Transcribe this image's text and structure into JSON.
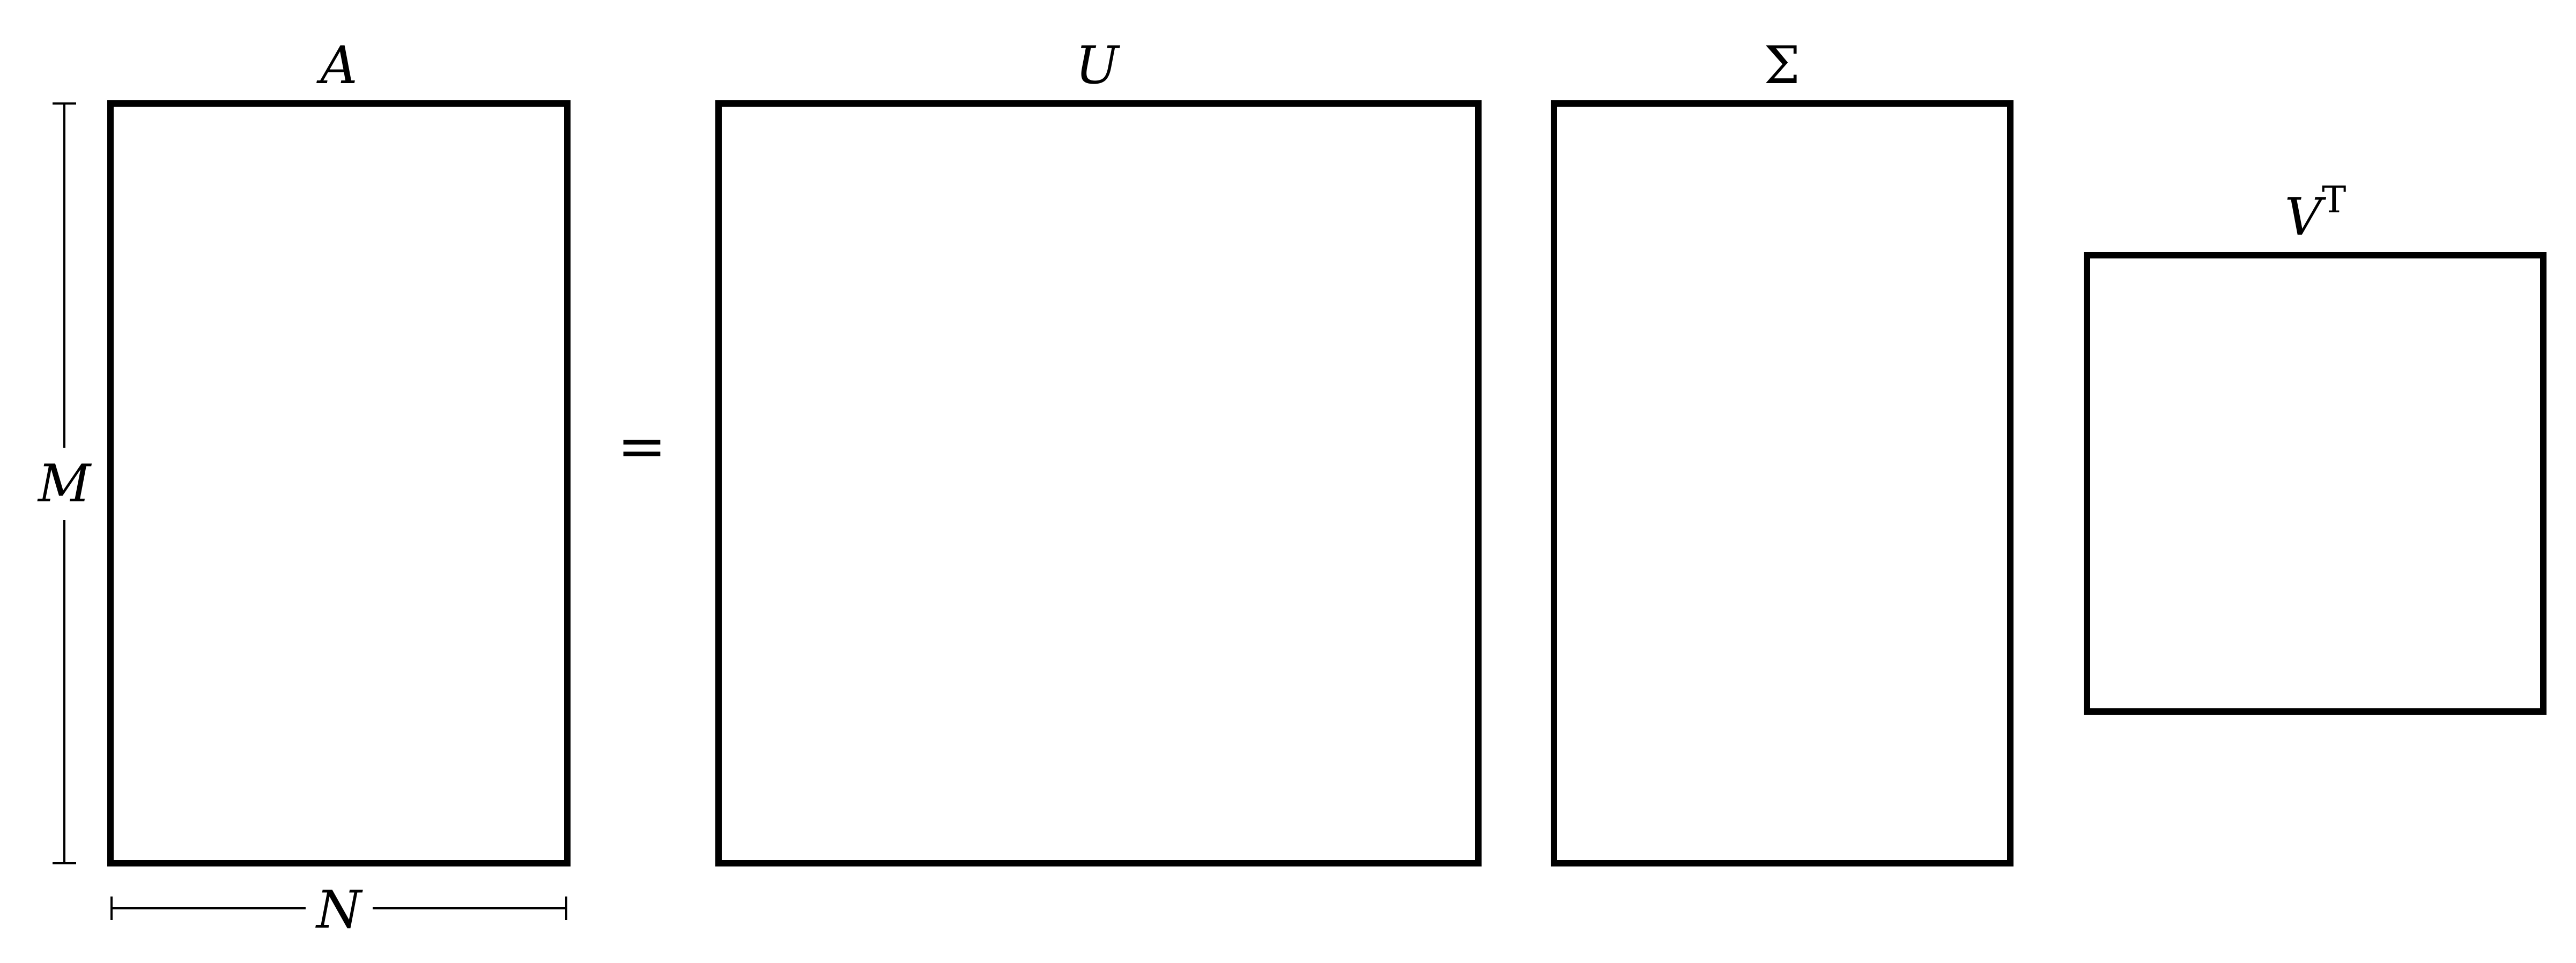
{
  "diagram": {
    "title": "",
    "colors": {
      "stroke": "#000000",
      "background": "#ffffff"
    },
    "matrices": {
      "a": {
        "label": "A"
      },
      "u": {
        "label": "U"
      },
      "sigma": {
        "label": "Σ"
      },
      "vt": {
        "label": "V",
        "superscript": "T"
      }
    },
    "equals_sign": "=",
    "dimensions": {
      "rows": {
        "label": "M"
      },
      "cols": {
        "label": "N"
      }
    }
  }
}
